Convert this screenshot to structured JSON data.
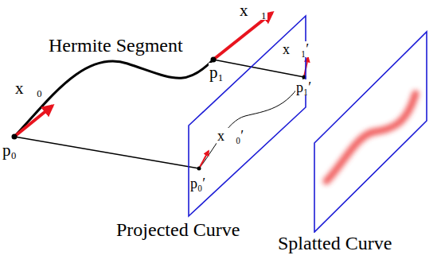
{
  "diagram": {
    "nodes": [
      {
        "text": [
          "Projected Curve"
        ]
      },
      {
        "text": [
          "Splatted Curve"
        ]
      }
    ],
    "labels": [
      "Hermite Segment",
      "x⃗₀",
      "p₀",
      "x⃗₁",
      "p₁",
      "x⃗₁′",
      "p₁′",
      "x⃗₀′",
      "p₀′"
    ]
  }
}
